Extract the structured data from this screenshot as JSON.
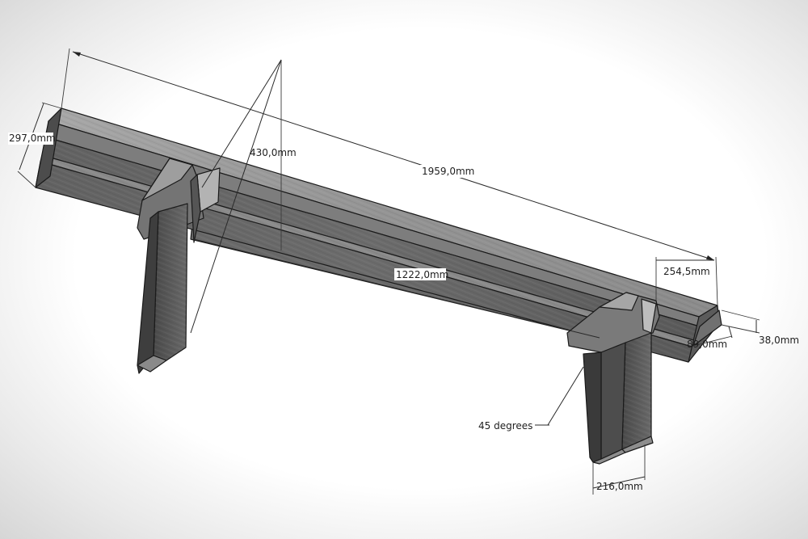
{
  "dimensions": {
    "total_length": "1959,0mm",
    "seat_depth": "297,0mm",
    "height": "430,0mm",
    "inner_length": "1222,0mm",
    "overhang": "254,5mm",
    "board_width": "89,0mm",
    "board_thickness": "38,0mm",
    "leg_width": "216,0mm",
    "brace_angle": "45 degrees"
  },
  "colors": {
    "wood_top": "#9a9a9a",
    "wood_front": "#5e5e5e",
    "wood_dark": "#3b3b3b",
    "wood_light": "#b0b0b0",
    "line": "#1a1a1a"
  }
}
